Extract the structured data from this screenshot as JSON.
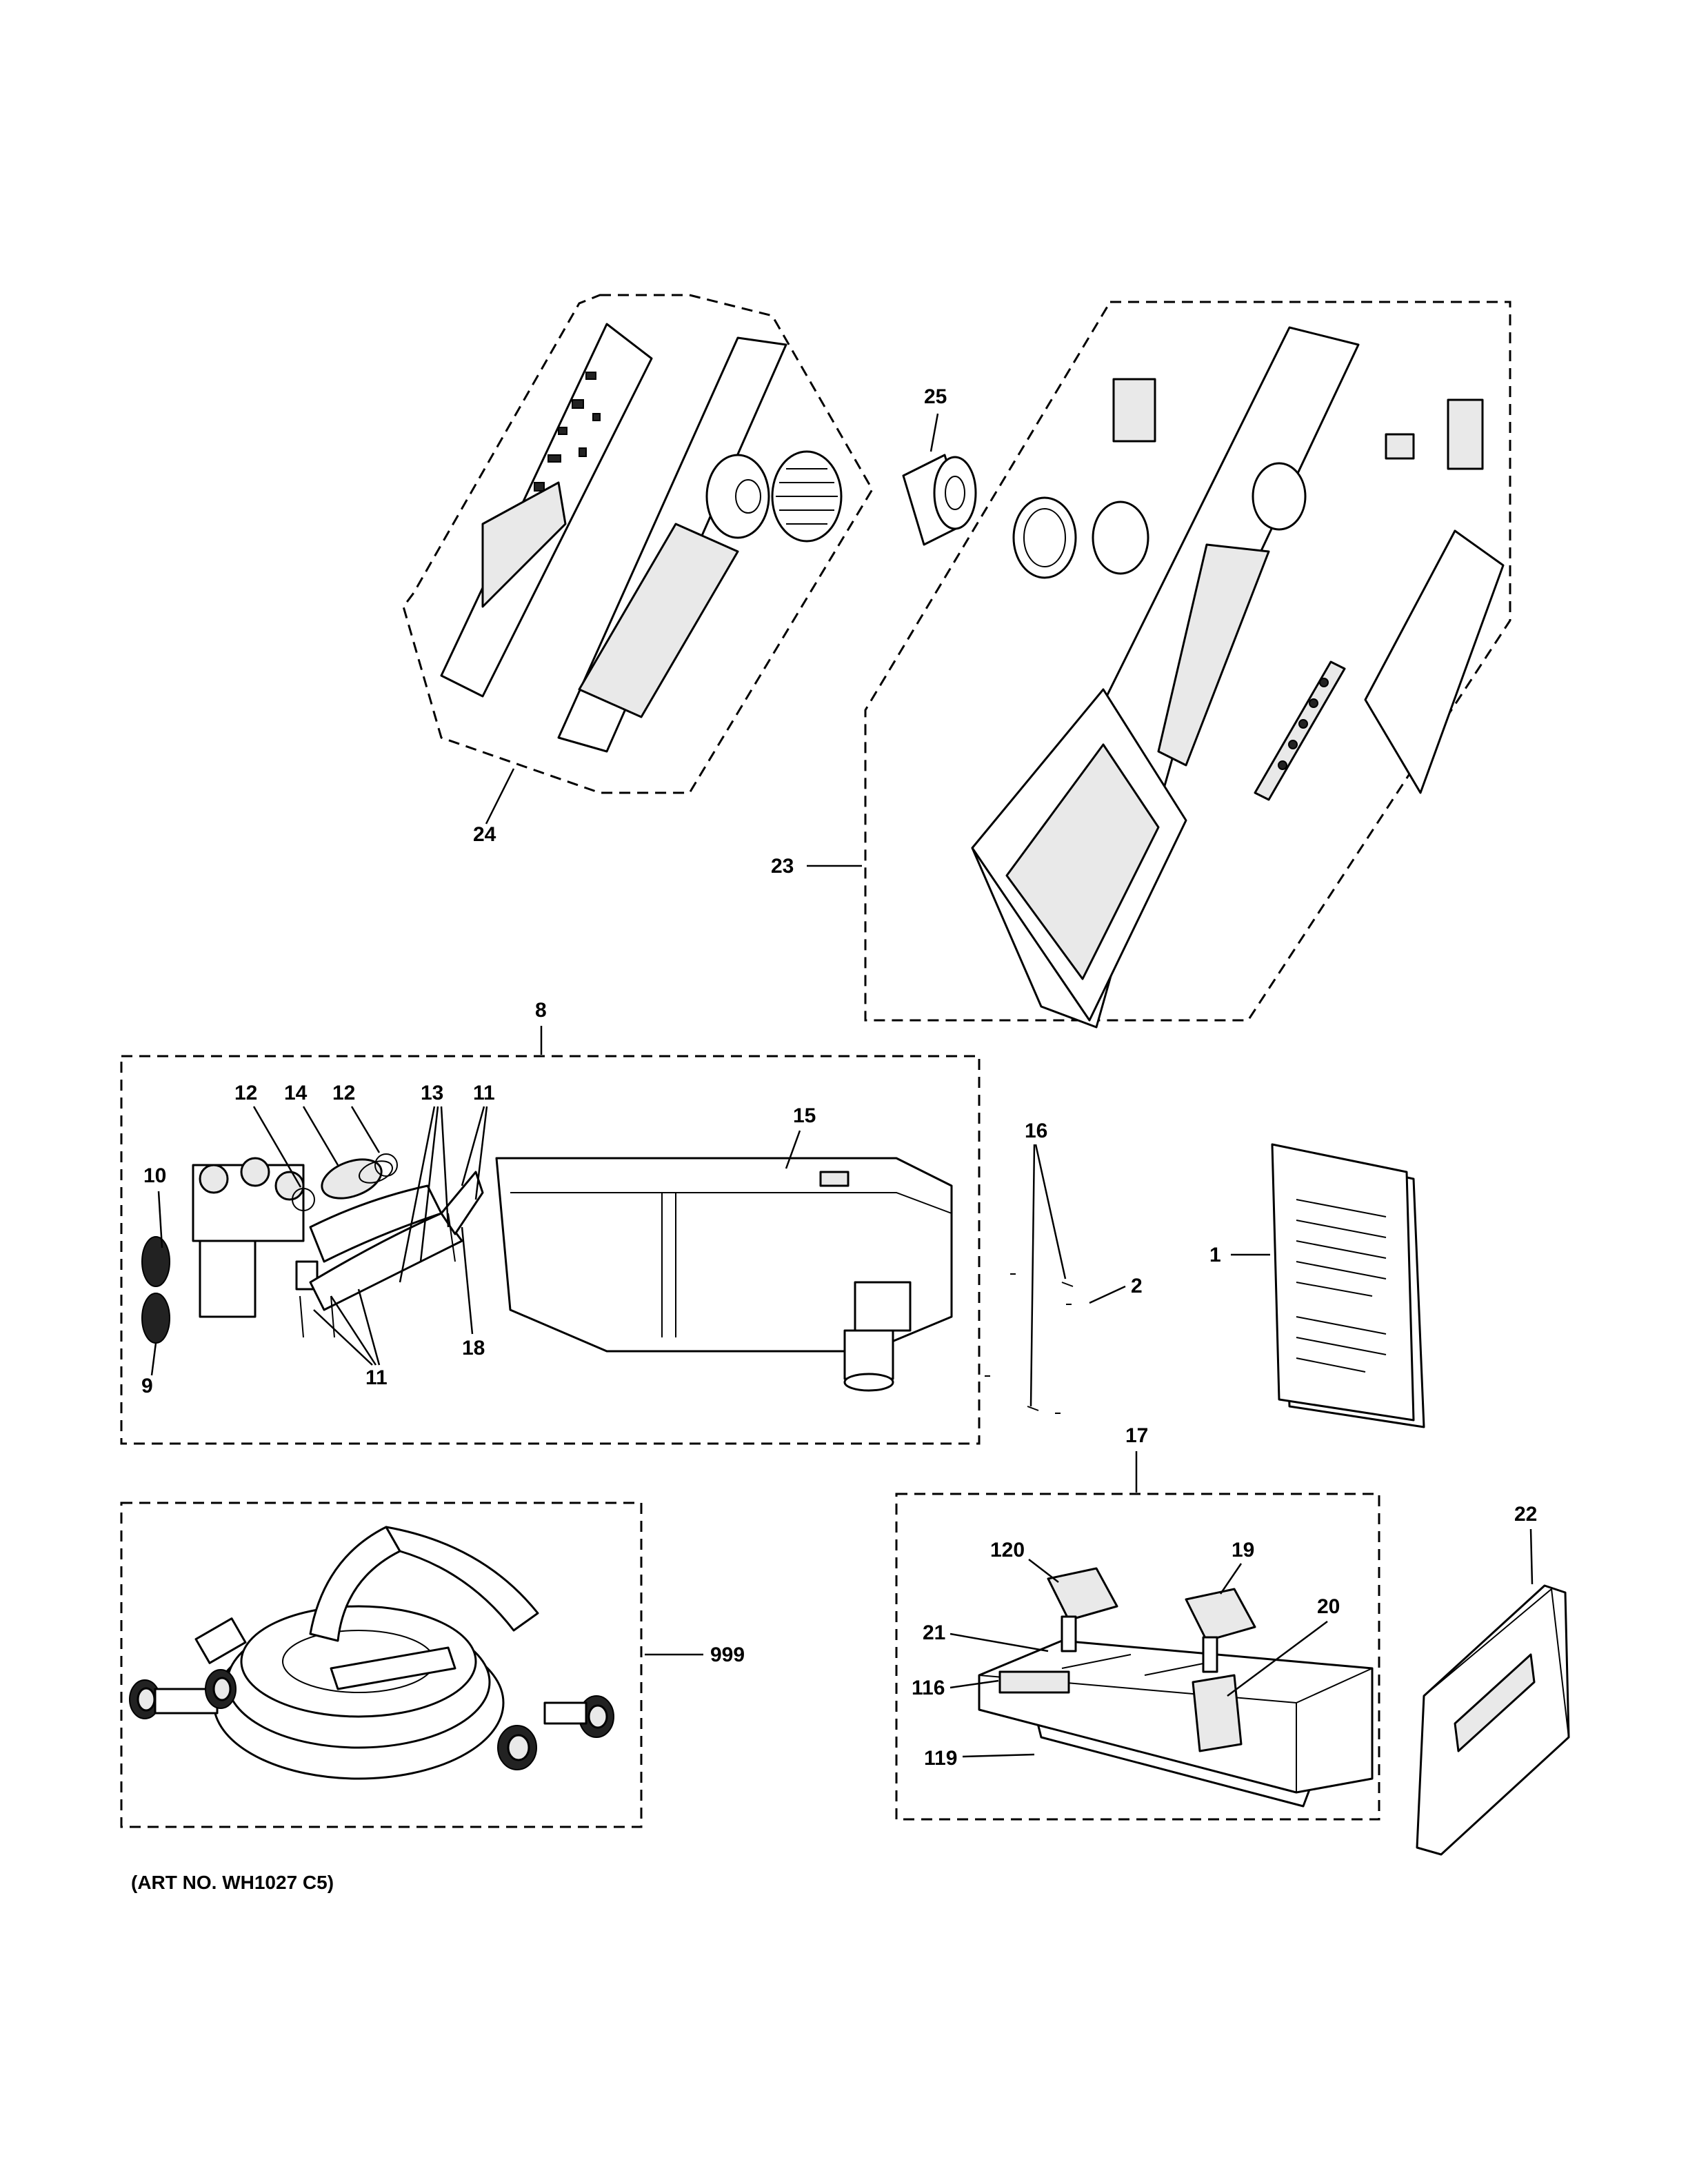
{
  "labels": {
    "p1": "1",
    "p2": "2",
    "p8": "8",
    "p9": "9",
    "p10": "10",
    "p11a": "11",
    "p11b": "11",
    "p12a": "12",
    "p12b": "12",
    "p13": "13",
    "p14": "14",
    "p15": "15",
    "p16": "16",
    "p17": "17",
    "p18": "18",
    "p19": "19",
    "p20": "20",
    "p21": "21",
    "p22": "22",
    "p23": "23",
    "p24": "24",
    "p25": "25",
    "p116": "116",
    "p119": "119",
    "p120": "120",
    "p999": "999"
  },
  "art_number": "(ART NO. WH1027 C5)"
}
